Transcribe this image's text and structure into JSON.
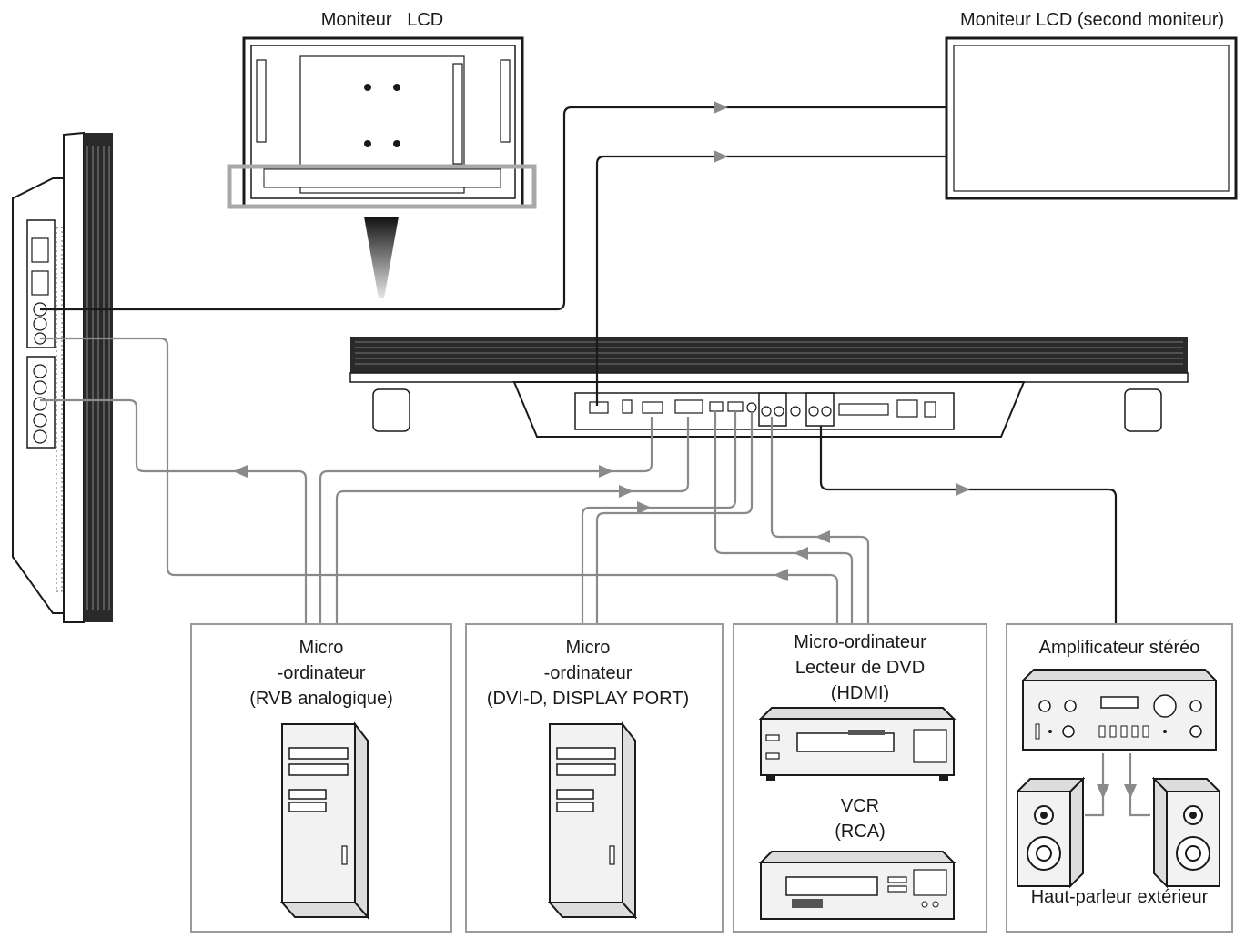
{
  "labels": {
    "monitor_main": "Moniteur   LCD",
    "monitor_second": "Moniteur LCD (second moniteur)",
    "pc_rgb": [
      "Micro",
      "-ordinateur",
      "(RVB analogique)"
    ],
    "pc_dvi": [
      "Micro",
      "-ordinateur",
      "(DVI-D, DISPLAY PORT)"
    ],
    "pc_hdmi": [
      "Micro-ordinateur",
      "Lecteur de DVD",
      "(HDMI)"
    ],
    "vcr": [
      "VCR",
      "(RCA)"
    ],
    "amp": "Amplificateur stéréo",
    "speaker": "Haut-parleur extérieur"
  },
  "colors": {
    "cable_video": "#1a1a1a",
    "cable_input": "#8a8a8a",
    "box_border": "#9a9a9a"
  }
}
